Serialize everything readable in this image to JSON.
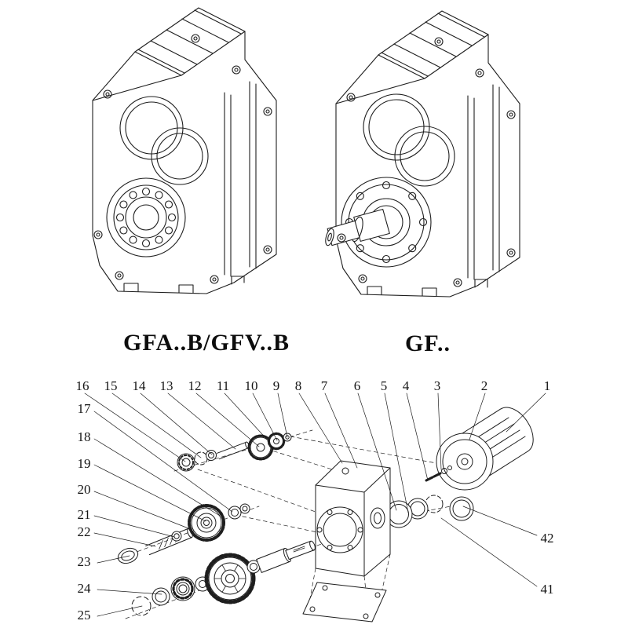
{
  "page": {
    "background": "#ffffff",
    "line_color": "#1e1e1e"
  },
  "drawings": [
    {
      "id": "gfab",
      "label": "GFA..B/GFV..B"
    },
    {
      "id": "gf",
      "label": "GF.."
    }
  ],
  "exploded_view": {
    "callouts": {
      "top_row": [
        "16",
        "15",
        "14",
        "13",
        "12",
        "11",
        "10",
        "9",
        "8",
        "7",
        "6",
        "5",
        "4",
        "3",
        "2",
        "1"
      ],
      "left_column": [
        "17",
        "18",
        "19",
        "20",
        "21",
        "22",
        "23",
        "24",
        "25"
      ],
      "right_column": [
        "42",
        "41"
      ]
    }
  }
}
